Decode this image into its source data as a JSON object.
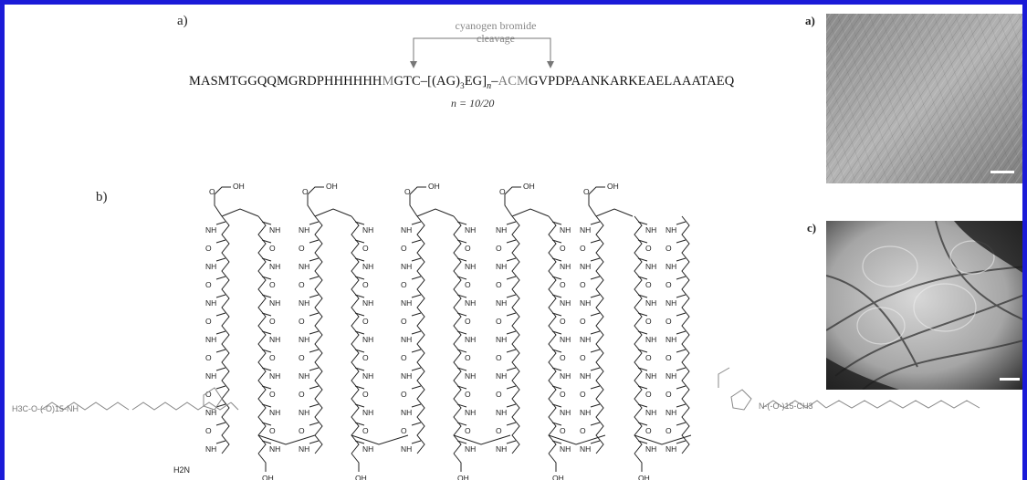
{
  "panel_a": {
    "label": "a)",
    "annotation_line1": "cyanogen bromide",
    "annotation_line2": "cleavage",
    "seq_left": "MASMTGGQQMGRDPHHHHHH",
    "seq_m1": "M",
    "seq_gtc": "GTC",
    "seq_repeat": "[(AG)",
    "seq_sub3": "3",
    "seq_eg": "EG]",
    "seq_subn": "n",
    "seq_ac": "AC",
    "seq_m2": "M",
    "seq_right": "GVPDPAANKARKEAELAAATAEQ",
    "n_value": "n = 10/20"
  },
  "panel_b": {
    "label": "b)",
    "left_cap": "H3C-O-(-O)15-NH",
    "right_cap": "N-(-O-)15-CH3",
    "h2n": "H2N",
    "repeat_15": "15"
  },
  "image_a": {
    "label": "a)"
  },
  "image_c": {
    "label": "c)"
  }
}
